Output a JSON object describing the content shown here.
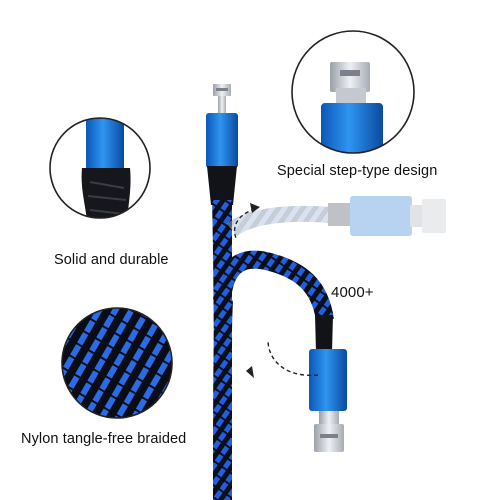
{
  "labels": {
    "step_design": "Special step-type design",
    "solid": "Solid and durable",
    "bend_count": "4000+",
    "braided": "Nylon tangle-free braided"
  },
  "colors": {
    "cable_blue": "#1f5fe0",
    "braid_dark": "#0b0f1a",
    "housing_blue": "#1e88e5",
    "connector_silver": "#cfd3d8",
    "ghost_housing": "#8fb7e6",
    "circle_stroke": "#222222"
  },
  "icons": {
    "arrow": "curved-dashed-arrow-icon"
  }
}
